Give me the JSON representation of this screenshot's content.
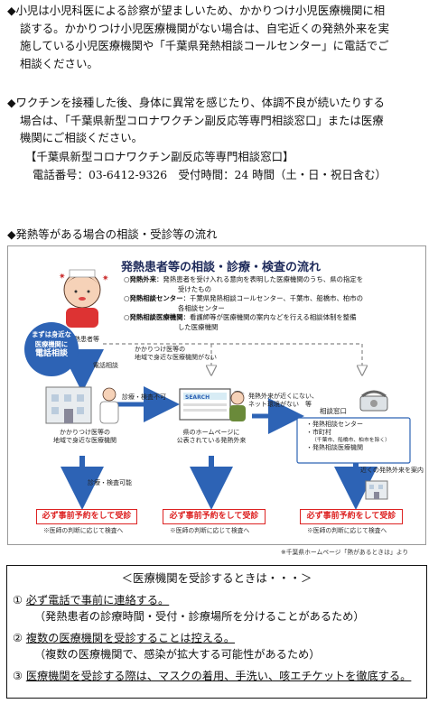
{
  "para1": {
    "lines": [
      "◆小児は小児科医による診察が望ましいため、かかりつけ小児医療機関に相",
      "談する。かかりつけ小児医療機関がない場合は、自宅近くの発熱外来を実",
      "施している小児医療機関や「千葉県発熱相談コールセンター」に電話でご",
      "相談ください。"
    ]
  },
  "para2": {
    "lines": [
      "◆ワクチンを接種した後、身体に異常を感じたり、体調不良が続いたりする",
      "場合は、「千葉県新型コロナワクチン副反応等専門相談窓口」または医療",
      "機関にご相談ください。"
    ]
  },
  "contact": {
    "name": "【千葉県新型コロナワクチン副反応等専門相談窓口】",
    "detail": "電話番号：03-6412-9326　受付時間：24 時間（土・日・祝日含む）"
  },
  "flow_heading": "◆発熱等がある場合の相談・受診等の流れ",
  "diagram": {
    "title": "発熱患者等の相談・診療・検査の流れ",
    "legend": [
      {
        "term": "発熱外来",
        "desc": "：発熱患者を受け入れる意向を表明した医療機関のうち、県の指定を",
        "cont": "受けたもの"
      },
      {
        "term": "発熱相談センター",
        "desc": "：千葉県発熱相談コールセンター、千葉市、船橋市、柏市の",
        "cont": "各相談センター"
      },
      {
        "term": "発熱相談医療機関",
        "desc": "：看護師等が医療機関の案内などを行える相談体制を整備",
        "cont": "した医療機関"
      }
    ],
    "patient_label": "発熱患者等",
    "callout": {
      "line1": "まずは身近な",
      "line2": "医療機関に",
      "line3": "電話相談"
    },
    "no_family_doctor": {
      "line1": "かかりつけ医等の",
      "line2": "地域で身近な医療機関がない"
    },
    "phone_consult": "電話相談",
    "not_possible": "診療・検査不可",
    "clinic": {
      "line1": "かかりつけ医等の",
      "line2": "地域で身近な医療機関"
    },
    "website": {
      "line1": "県のホームページに",
      "line2": "公表されている発熱外来"
    },
    "no_near": {
      "line1": "発熱外来が近くにない、",
      "line2": "ネット環境がない　等"
    },
    "center": {
      "title": "相談窓口",
      "items": [
        "・発熱相談センター",
        "・市町村",
        "（千葉市、船橋市、柏市を除く）",
        "・発熱相談医療機関"
      ]
    },
    "possible": "診療・検査可能",
    "guide": "近くの発熱外来を案内",
    "search_word": "SEARCH",
    "reservation": "必ず事前予約をして受診",
    "reservation_note": "※医師の判断に応じて検査へ",
    "source": "※千葉県ホームページ「熱があるときは」より"
  },
  "box": {
    "title": "＜医療機関を受診するときは・・・＞",
    "items": [
      {
        "num": "①",
        "main": "必ず電話で事前に連絡する。",
        "sub": "（発熱患者の診療時間・受付・診療場所を分けることがあるため）"
      },
      {
        "num": "②",
        "main": "複数の医療機関を受診することは控える。",
        "sub": "（複数の医療機関で、感染が拡大する可能性があるため）"
      },
      {
        "num": "③",
        "main": "医療機関を受診する際は、マスクの着用、手洗い、咳エチケットを徹底する。",
        "sub": ""
      }
    ]
  },
  "colors": {
    "arrow": "#2d63b5",
    "title": "#1e2a5a",
    "reservation": "#dd2222"
  }
}
